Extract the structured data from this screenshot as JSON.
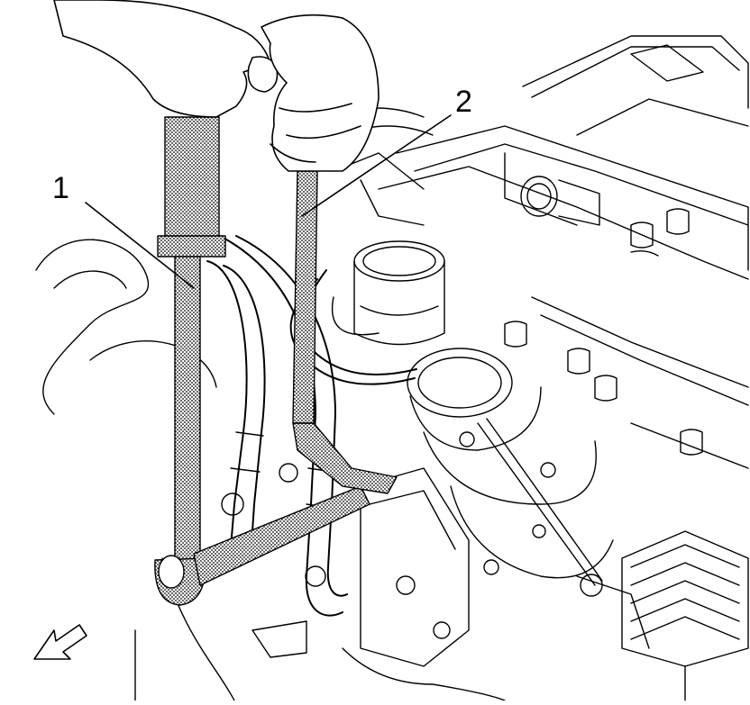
{
  "callouts": [
    {
      "id": "1",
      "label": "1"
    },
    {
      "id": "2",
      "label": "2"
    }
  ],
  "colors": {
    "ink": "#000000",
    "paper": "#ffffff"
  },
  "icons": {
    "orientation_arrow": "front-direction-arrow-icon"
  }
}
